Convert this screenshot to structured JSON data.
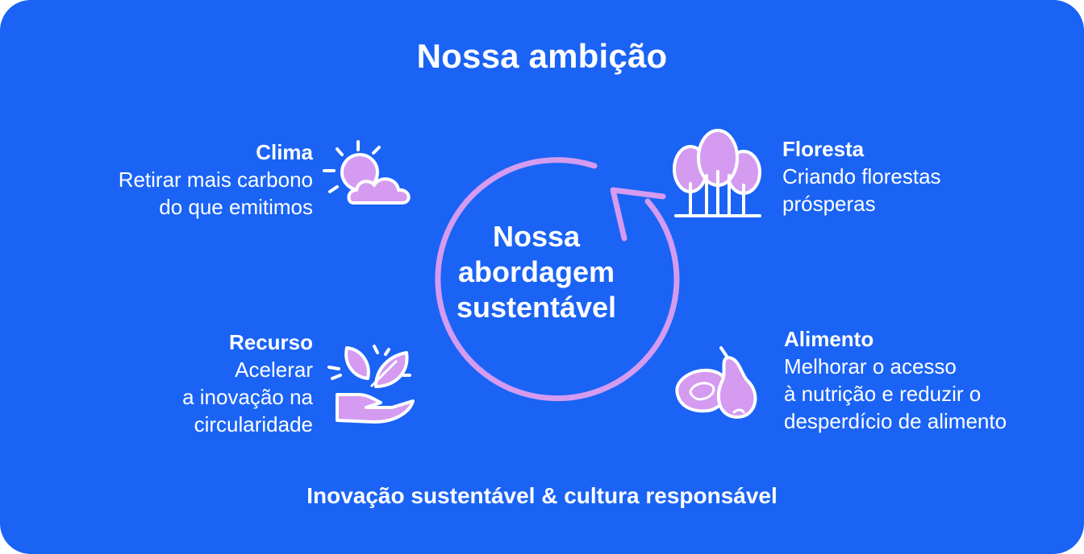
{
  "title": "Nossa ambição",
  "center": {
    "line1": "Nossa",
    "line2": "abordagem",
    "line3": "sustentável"
  },
  "pillars": {
    "clima": {
      "heading": "Clima",
      "line1": "Retirar mais carbono",
      "line2": "do que emitimos",
      "icon": "sun-cloud-icon"
    },
    "floresta": {
      "heading": "Floresta",
      "line1": "Criando florestas",
      "line2": "prósperas",
      "icon": "trees-icon"
    },
    "recurso": {
      "heading": "Recurso",
      "line1": "Acelerar",
      "line2": "a inovação na",
      "line3": "circularidade",
      "icon": "hand-leaves-icon"
    },
    "alimento": {
      "heading": "Alimento",
      "line1": "Melhorar o acesso",
      "line2": "à nutrição e reduzir o",
      "line3": "desperdício de alimento",
      "icon": "fruit-icon"
    }
  },
  "footer": "Inovação sustentável & cultura responsável",
  "colors": {
    "background": "#1a63f5",
    "accent": "#d49bf0",
    "text": "#ffffff"
  }
}
